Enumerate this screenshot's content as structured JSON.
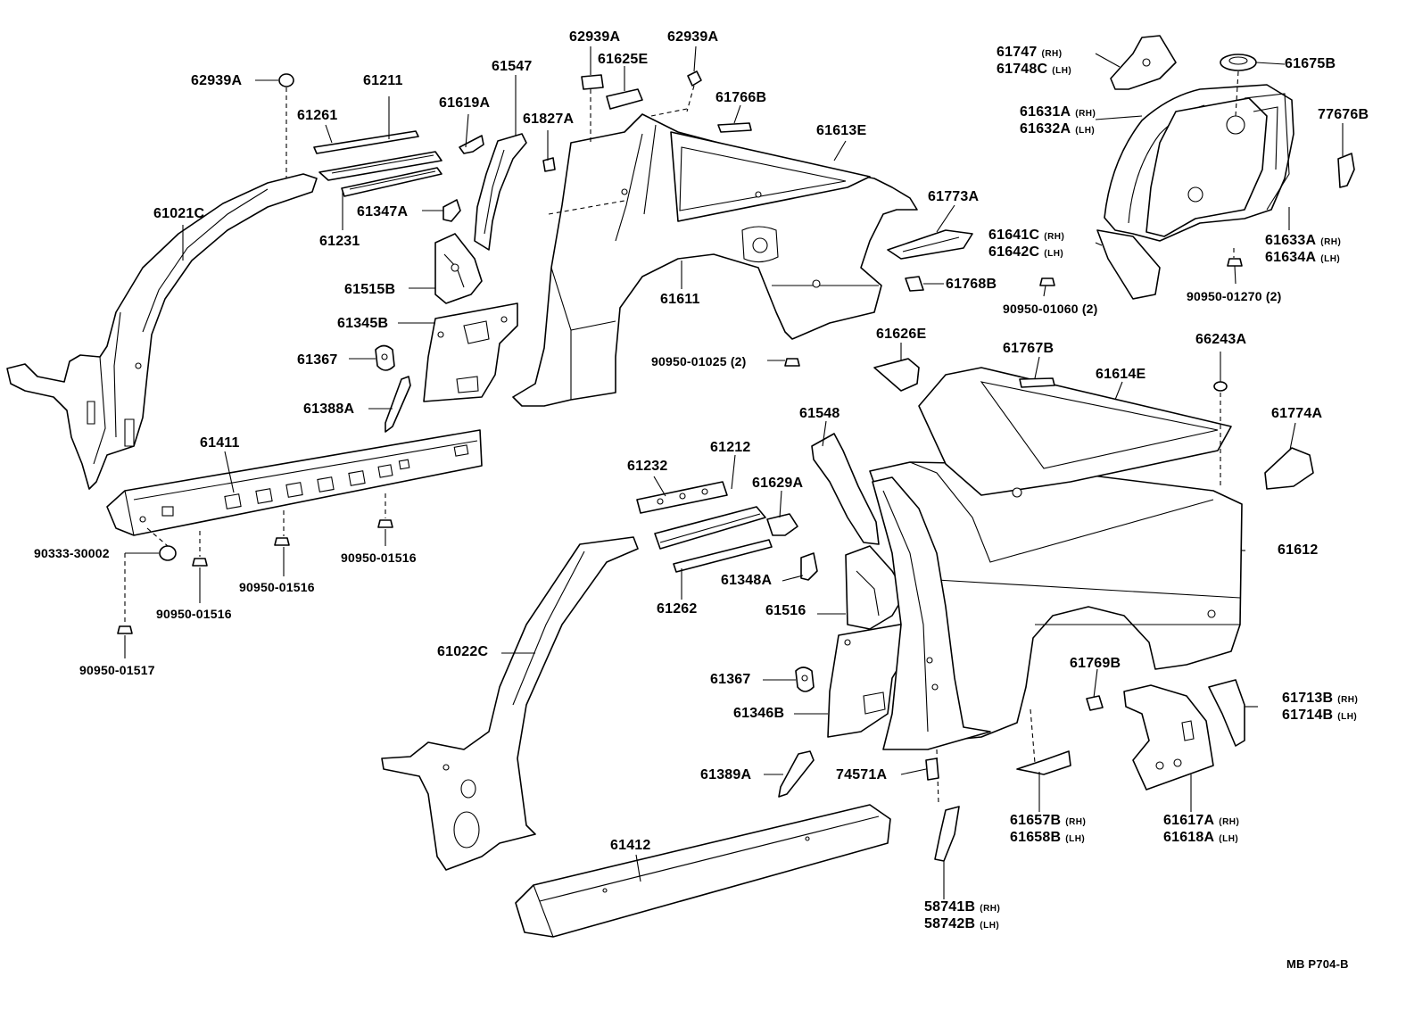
{
  "diagram_ref": "MB P704-B",
  "labels": {
    "62939A_a": {
      "lines": [
        {
          "num": "62939A"
        }
      ]
    },
    "61211": {
      "lines": [
        {
          "num": "61211"
        }
      ]
    },
    "61261": {
      "lines": [
        {
          "num": "61261"
        }
      ]
    },
    "61231": {
      "lines": [
        {
          "num": "61231"
        }
      ]
    },
    "61021C": {
      "lines": [
        {
          "num": "61021C"
        }
      ]
    },
    "61619A": {
      "lines": [
        {
          "num": "61619A"
        }
      ]
    },
    "61547": {
      "lines": [
        {
          "num": "61547"
        }
      ]
    },
    "61827A": {
      "lines": [
        {
          "num": "61827A"
        }
      ]
    },
    "61347A": {
      "lines": [
        {
          "num": "61347A"
        }
      ]
    },
    "61515B": {
      "lines": [
        {
          "num": "61515B"
        }
      ]
    },
    "61345B": {
      "lines": [
        {
          "num": "61345B"
        }
      ]
    },
    "61367_a": {
      "lines": [
        {
          "num": "61367"
        }
      ]
    },
    "61388A": {
      "lines": [
        {
          "num": "61388A"
        }
      ]
    },
    "61411": {
      "lines": [
        {
          "num": "61411"
        }
      ]
    },
    "90333-30002": {
      "lines": [
        {
          "num": "90333-30002"
        }
      ]
    },
    "90950-01516_a": {
      "lines": [
        {
          "num": "90950-01516"
        }
      ]
    },
    "90950-01516_b": {
      "lines": [
        {
          "num": "90950-01516"
        }
      ]
    },
    "90950-01516_c": {
      "lines": [
        {
          "num": "90950-01516"
        }
      ]
    },
    "90950-01517": {
      "lines": [
        {
          "num": "90950-01517"
        }
      ]
    },
    "62939A_b": {
      "lines": [
        {
          "num": "62939A"
        }
      ]
    },
    "62939A_c": {
      "lines": [
        {
          "num": "62939A"
        }
      ]
    },
    "61625E": {
      "lines": [
        {
          "num": "61625E"
        }
      ]
    },
    "61766B": {
      "lines": [
        {
          "num": "61766B"
        }
      ]
    },
    "61613E": {
      "lines": [
        {
          "num": "61613E"
        }
      ]
    },
    "61611": {
      "lines": [
        {
          "num": "61611"
        }
      ]
    },
    "61773A": {
      "lines": [
        {
          "num": "61773A"
        }
      ]
    },
    "61768B": {
      "lines": [
        {
          "num": "61768B"
        }
      ]
    },
    "90950-01025": {
      "lines": [
        {
          "num": "90950-01025 (2)"
        }
      ]
    },
    "61747": {
      "lines": [
        {
          "num": "61747",
          "side": "(RH)"
        },
        {
          "num": "61748C",
          "side": "(LH)"
        }
      ]
    },
    "61675B": {
      "lines": [
        {
          "num": "61675B"
        }
      ]
    },
    "61631A": {
      "lines": [
        {
          "num": "61631A",
          "side": "(RH)"
        },
        {
          "num": "61632A",
          "side": "(LH)"
        }
      ]
    },
    "77676B": {
      "lines": [
        {
          "num": "77676B"
        }
      ]
    },
    "61641C": {
      "lines": [
        {
          "num": "61641C",
          "side": "(RH)"
        },
        {
          "num": "61642C",
          "side": "(LH)"
        }
      ]
    },
    "61633A": {
      "lines": [
        {
          "num": "61633A",
          "side": "(RH)"
        },
        {
          "num": "61634A",
          "side": "(LH)"
        }
      ]
    },
    "90950-01060": {
      "lines": [
        {
          "num": "90950-01060 (2)"
        }
      ]
    },
    "90950-01270": {
      "lines": [
        {
          "num": "90950-01270 (2)"
        }
      ]
    },
    "61626E": {
      "lines": [
        {
          "num": "61626E"
        }
      ]
    },
    "61767B": {
      "lines": [
        {
          "num": "61767B"
        }
      ]
    },
    "61614E": {
      "lines": [
        {
          "num": "61614E"
        }
      ]
    },
    "66243A": {
      "lines": [
        {
          "num": "66243A"
        }
      ]
    },
    "61774A": {
      "lines": [
        {
          "num": "61774A"
        }
      ]
    },
    "61548": {
      "lines": [
        {
          "num": "61548"
        }
      ]
    },
    "61232": {
      "lines": [
        {
          "num": "61232"
        }
      ]
    },
    "61212": {
      "lines": [
        {
          "num": "61212"
        }
      ]
    },
    "61629A": {
      "lines": [
        {
          "num": "61629A"
        }
      ]
    },
    "61262": {
      "lines": [
        {
          "num": "61262"
        }
      ]
    },
    "61348A": {
      "lines": [
        {
          "num": "61348A"
        }
      ]
    },
    "61516": {
      "lines": [
        {
          "num": "61516"
        }
      ]
    },
    "61612": {
      "lines": [
        {
          "num": "61612"
        }
      ]
    },
    "61022C": {
      "lines": [
        {
          "num": "61022C"
        }
      ]
    },
    "61367_b": {
      "lines": [
        {
          "num": "61367"
        }
      ]
    },
    "61346B": {
      "lines": [
        {
          "num": "61346B"
        }
      ]
    },
    "61769B": {
      "lines": [
        {
          "num": "61769B"
        }
      ]
    },
    "61713B": {
      "lines": [
        {
          "num": "61713B",
          "side": "(RH)"
        },
        {
          "num": "61714B",
          "side": "(LH)"
        }
      ]
    },
    "61389A": {
      "lines": [
        {
          "num": "61389A"
        }
      ]
    },
    "74571A": {
      "lines": [
        {
          "num": "74571A"
        }
      ]
    },
    "61657B": {
      "lines": [
        {
          "num": "61657B",
          "side": "(RH)"
        },
        {
          "num": "61658B",
          "side": "(LH)"
        }
      ]
    },
    "61617A": {
      "lines": [
        {
          "num": "61617A",
          "side": "(RH)"
        },
        {
          "num": "61618A",
          "side": "(LH)"
        }
      ]
    },
    "61412": {
      "lines": [
        {
          "num": "61412"
        }
      ]
    },
    "58741B": {
      "lines": [
        {
          "num": "58741B",
          "side": "(RH)"
        },
        {
          "num": "58742B",
          "side": "(LH)"
        }
      ]
    }
  }
}
